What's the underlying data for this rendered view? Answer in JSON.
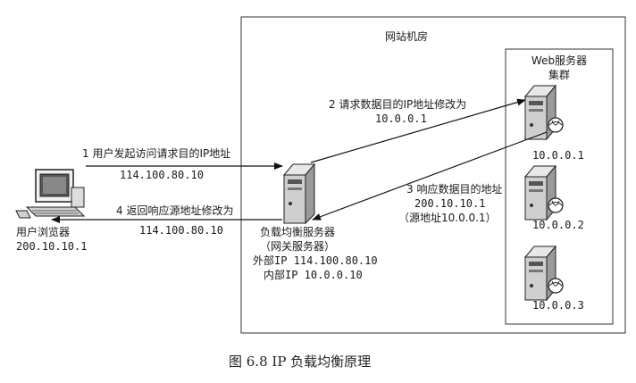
{
  "datacenter": {
    "title": "网站机房"
  },
  "web_cluster": {
    "title_line1": "Web服务器",
    "title_line2": "集群"
  },
  "client": {
    "name": "用户浏览器",
    "ip": "200.10.10.1"
  },
  "load_balancer": {
    "name": "负载均衡服务器",
    "subtitle": "（网关服务器）",
    "external_ip": "外部IP  114.100.80.10",
    "internal_ip": "内部IP  10.0.0.10"
  },
  "servers": [
    {
      "ip": "10.0.0.1"
    },
    {
      "ip": "10.0.0.2"
    },
    {
      "ip": "10.0.0.3"
    }
  ],
  "steps": [
    {
      "line1": "1 用户发起访问请求目的IP地址",
      "line2": "114.100.80.10"
    },
    {
      "line1": "2 请求数据目的IP地址修改为",
      "line2": "10.0.0.1"
    },
    {
      "line1": "3 响应数据目的地址",
      "line2": "200.10.10.1",
      "line3": "（源地址10.0.0.1）"
    },
    {
      "line1": "4 返回响应源地址修改为",
      "line2": "114.100.80.10"
    }
  ],
  "caption": "图 6.8   IP 负载均衡原理"
}
